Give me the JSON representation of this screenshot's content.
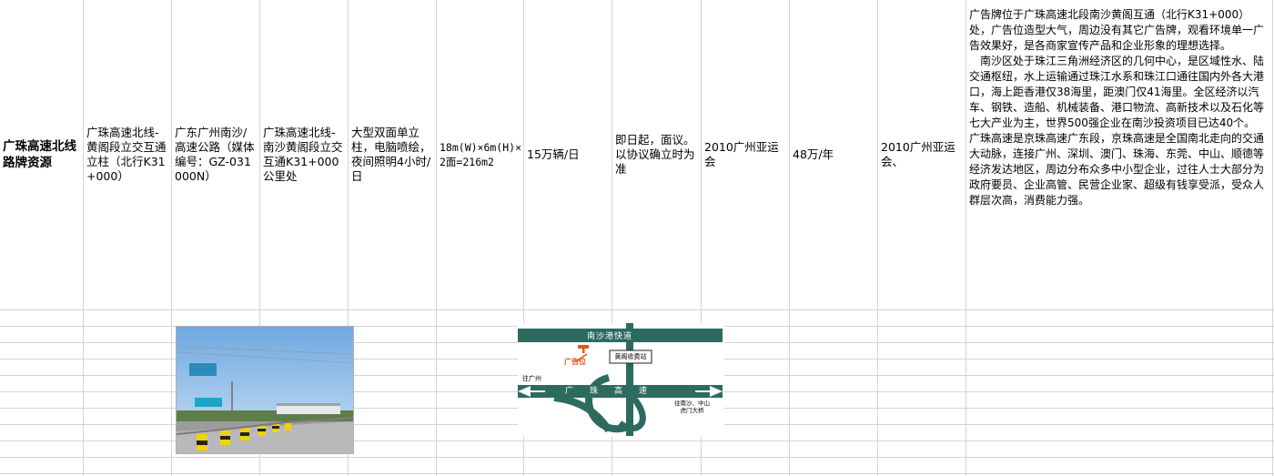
{
  "row": {
    "region": "广珠高速北线路牌资源",
    "location": "广珠高速北线-黄阁段立交互通立柱（北行K31+000）",
    "media": "广东广州南沙/高速公路（媒体编号：GZ-031000N）",
    "position": "广珠高速北线-南沙黄阁段立交互通K31+000公里处",
    "format": "大型双面单立柱，电脑喷绘，夜间照明4小时/日",
    "size": "18m(W)×6m(H)×2面=216m2",
    "traffic": "15万辆/日",
    "period": "即日起，面议。以协议确立时为准",
    "event": "2010广州亚运会",
    "price": "48万/年",
    "event2": "2010广州亚运会、",
    "description_p1": "广告牌位于广珠高速北段南沙黄阁互通（北行K31+000）处，广告位造型大气，周边没有其它广告牌，观看环境单一广告效果好，是各商家宣传产品和企业形象的理想选择。",
    "description_p2": "南沙区处于珠江三角洲经济区的几何中心，是区域性水、陆交通枢纽，水上运输通过珠江水系和珠江口通往国内外各大港口，海上距香港仅38海里，距澳门仅41海里。全区经济以汽车、钢铁、造船、机械装备、港口物流、高新技术以及石化等七大产业为主，世界500强企业在南沙投资项目已达40个。",
    "description_p3": "广珠高速是京珠高速广东段，京珠高速是全国南北走向的交通大动脉，连接广州、深圳、澳门、珠海、东莞、中山、顺德等经济发达地区，周边分布众多中小型企业，过往人士大部分为政府要员、企业高管、民营企业家、超级有钱享受派，受众人群层次高，消费能力强。"
  },
  "map": {
    "top_road": "南沙港快道",
    "toll": "黄阁收费站",
    "ad_label": "广告位",
    "to_gz": "往广州",
    "main_road": "广珠高速",
    "to_ns_1": "往南沙、中山",
    "to_ns_2": "虎门大桥"
  },
  "colors": {
    "road": "#2e6b5f",
    "ad": "#e05a1a"
  }
}
